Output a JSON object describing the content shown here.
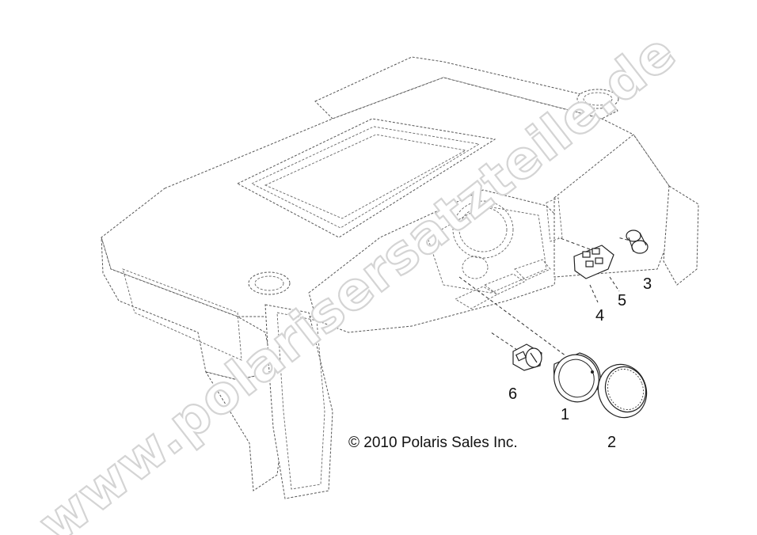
{
  "diagram": {
    "watermark": "www.polarisersatzteile.de",
    "copyright": "© 2010 Polaris Sales Inc.",
    "callouts": [
      {
        "id": "1",
        "label": "1"
      },
      {
        "id": "2",
        "label": "2"
      },
      {
        "id": "3",
        "label": "3"
      },
      {
        "id": "4",
        "label": "4"
      },
      {
        "id": "5",
        "label": "5"
      },
      {
        "id": "6",
        "label": "6"
      }
    ]
  }
}
